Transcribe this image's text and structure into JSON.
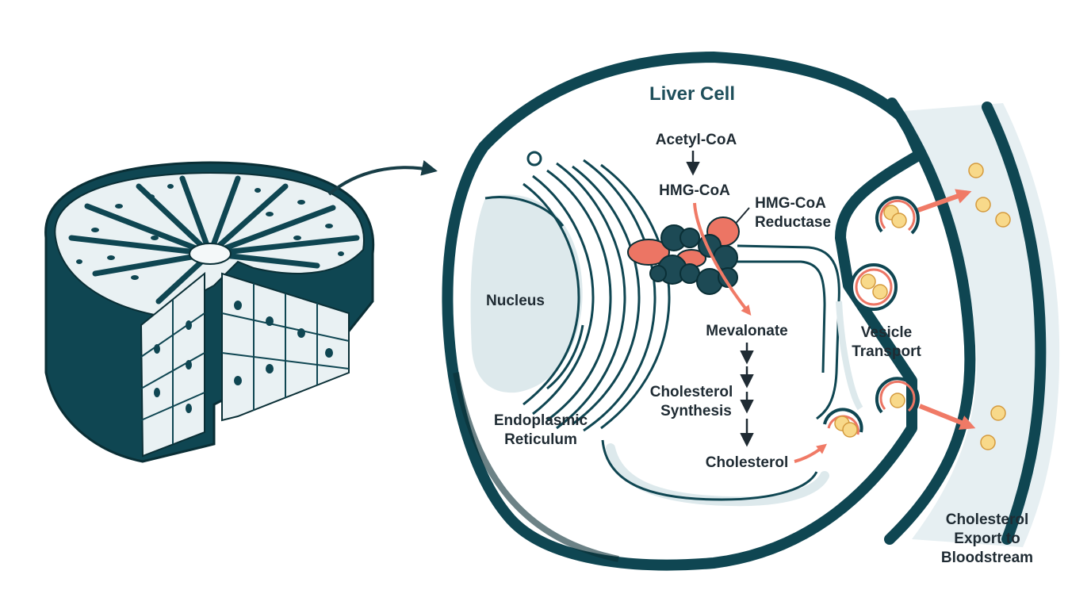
{
  "diagram": {
    "title": "Liver Cell",
    "labels": {
      "nucleus": "Nucleus",
      "er_line1": "Endoplasmic",
      "er_line2": "Reticulum",
      "acetyl_coa": "Acetyl-CoA",
      "hmg_coa": "HMG-CoA",
      "reductase_line1": "HMG-CoA",
      "reductase_line2": "Reductase",
      "mevalonate": "Mevalonate",
      "synthesis_line1": "Cholesterol",
      "synthesis_line2": "Synthesis",
      "cholesterol": "Cholesterol",
      "vesicle_line1": "Vesicle",
      "vesicle_line2": "Transport",
      "export_line1": "Cholesterol",
      "export_line2": "Export to",
      "export_line3": "Bloodstream"
    },
    "pathway": [
      "Acetyl-CoA",
      "HMG-CoA",
      "Mevalonate",
      "Cholesterol"
    ],
    "colors": {
      "membrane": "#0f4652",
      "membrane_dark": "#0d3a44",
      "fill_light": "#dde9ec",
      "enzyme": "#ec7564",
      "arrow": "#f07a66",
      "lipid": "#f8d98a",
      "text": "#1f2b33",
      "title": "#1f4f5b"
    }
  }
}
